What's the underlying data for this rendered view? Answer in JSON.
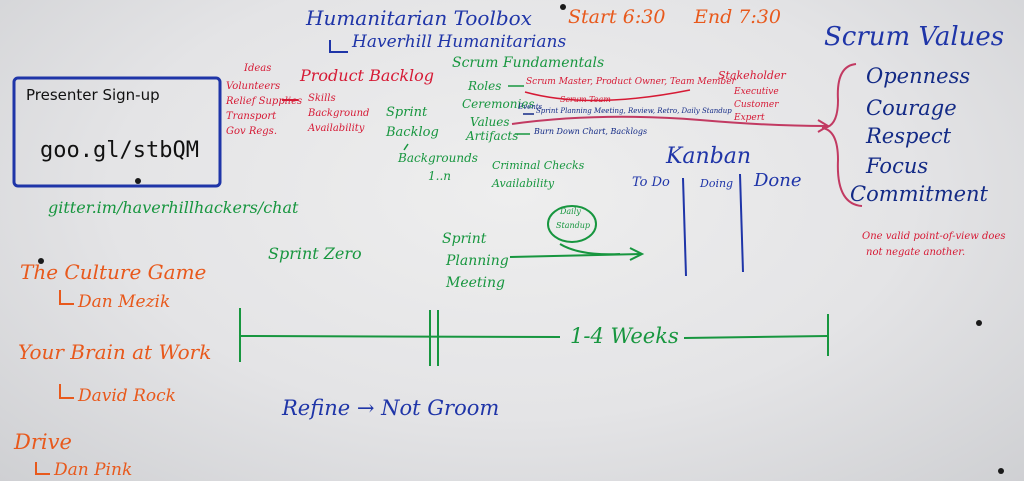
{
  "header": {
    "toolbox": "Humanitarian Toolbox",
    "haverhill": "Haverhill Humanitarians",
    "start": "Start 6:30",
    "end": "End 7:30"
  },
  "presenter": {
    "title": "Presenter Sign-up",
    "link": "goo.gl/stbQM"
  },
  "gitter": "gitter.im/haverhillhackers/chat",
  "books": [
    {
      "title": "The Culture Game",
      "author": "Dan Mezik"
    },
    {
      "title": "Your Brain at Work",
      "author": "David Rock"
    },
    {
      "title": "Drive",
      "author": "Dan Pink"
    }
  ],
  "ideas": {
    "title": "Ideas",
    "items": [
      "Volunteers",
      "Relief Supplies",
      "Transport",
      "Gov Regs."
    ]
  },
  "backlog": {
    "title": "Product Backlog",
    "items": [
      "Skills",
      "Background",
      "Availability"
    ]
  },
  "sprint_backlog": {
    "line1": "Sprint",
    "line2": "Backlog",
    "backgrounds": "Backgrounds",
    "range": "1..n",
    "criminal": "Criminal Checks",
    "availability": "Availability"
  },
  "scrum": {
    "title": "Scrum Fundamentals",
    "roles": "Roles",
    "roles_detail": "Scrum Master, Product Owner, Team Member",
    "scrum_team": "Scrum Team",
    "ceremonies": "Ceremonies",
    "events": "Events",
    "ceremonies_detail": "Sprint Planning Meeting, Review, Retro, Daily Standup",
    "values": "Values",
    "artifacts": "Artifacts",
    "artifacts_detail": "Burn Down Chart, Backlogs"
  },
  "stakeholder": {
    "title": "Stakeholder",
    "items": [
      "Executive",
      "Customer",
      "Expert"
    ]
  },
  "kanban": {
    "title": "Kanban",
    "columns": [
      "To Do",
      "Doing",
      "Done"
    ]
  },
  "scrum_values": {
    "title": "Scrum Values",
    "items": [
      "Openness",
      "Courage",
      "Respect",
      "Focus",
      "Commitment"
    ]
  },
  "note": {
    "line1": "One valid point-of-view does",
    "line2": "not negate another."
  },
  "timeline": {
    "sprint_zero": "Sprint Zero",
    "planning": [
      "Sprint",
      "Planning",
      "Meeting"
    ],
    "standup": [
      "Daily",
      "Standup"
    ],
    "weeks": "1-4 Weeks",
    "refine": "Refine → Not Groom"
  },
  "colors": {
    "blue": "#1f35a8",
    "green": "#17963f",
    "red": "#d61a35",
    "orange": "#e8591c",
    "magenta": "#c23a62"
  }
}
